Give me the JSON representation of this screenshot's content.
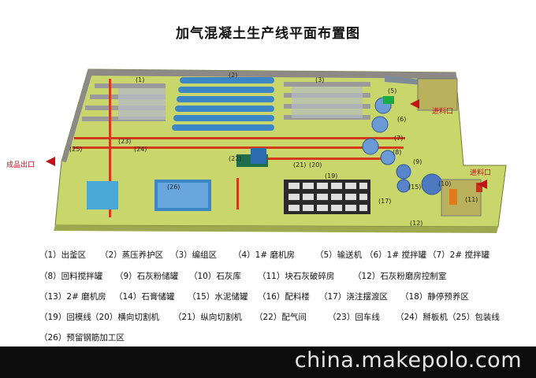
{
  "title": "加气混凝土生产线平面布置图",
  "labels": {
    "exit": "成品出口",
    "entry_top": "进料口",
    "entry_right": "进料口",
    "n1": "(1)",
    "n2": "(2)",
    "n3": "(3)",
    "n5": "(5)",
    "n6": "(6)",
    "n7": "(7)",
    "n8": "(8)",
    "n9": "(9)",
    "n10": "(10)",
    "n11": "(11)",
    "n12": "(12)",
    "n15": "(15)",
    "n17": "(17)",
    "n19": "(19)",
    "n20": "(20)",
    "n21": "(21)",
    "n22": "(22)",
    "n23": "(23)",
    "n24": "(24)",
    "n25": "(25)",
    "n26": "(26)"
  },
  "legend": [
    "（1）出釜区",
    "（2）蒸压养护区",
    "（3）编组区",
    "（4）1# 磨机房",
    "（5）输送机",
    "（6）1# 搅拌罐",
    "（7）2# 搅拌罐",
    "（8）回料搅拌罐",
    "（9）石灰粉储罐",
    "（10）石灰库",
    "（11）块石灰破碎房",
    "（12）石灰粉磨房控制室",
    "（13）2# 磨机房",
    "（14）石膏储罐",
    "（15）水泥储罐",
    "（16）配料楼",
    "（17）浇注摆渡区",
    "（18）静停预养区",
    "（19）回模线",
    "（20）横向切割机",
    "（21）纵向切割机",
    "（22）配气间",
    "（23）回车线",
    "（24）掰板机",
    "（25）包装线",
    "（26）预留钢筋加工区"
  ],
  "watermark": "china.makepolo.com",
  "colors": {
    "floor": "#c9d66b",
    "wall": "#8d8a85",
    "autoclave": "#3d86c6",
    "rail": "#d53a1a",
    "tank": "#3f77c8"
  }
}
